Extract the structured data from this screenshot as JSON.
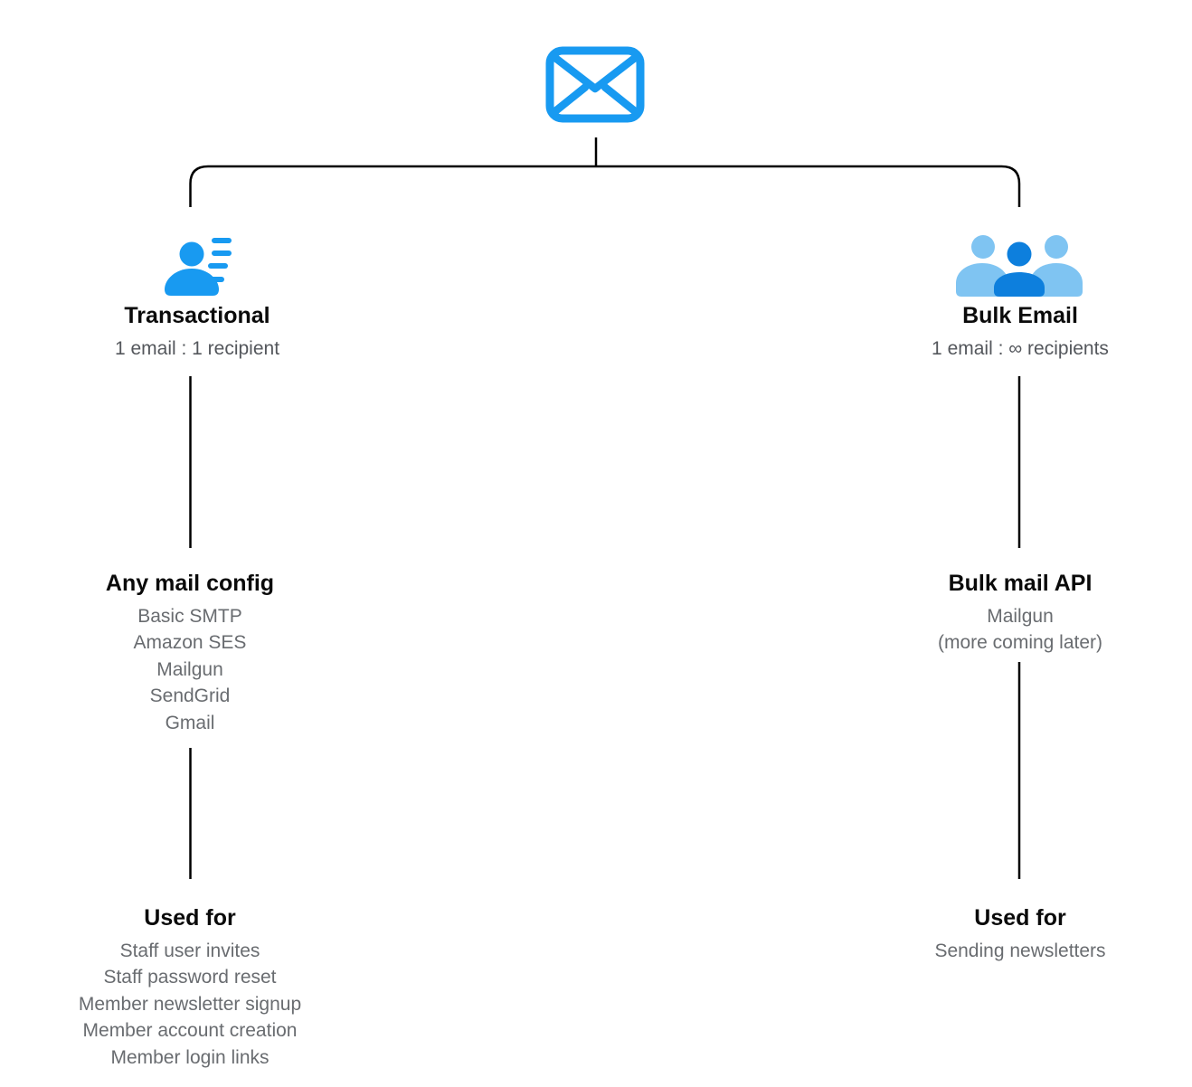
{
  "diagram": {
    "root_icon": "email-envelope-icon",
    "colors": {
      "primary_blue": "#189af1",
      "dark_blue": "#0d7fdd",
      "light_blue": "#7fc4f2",
      "line_black": "#000000",
      "title_text": "#0a0a0a",
      "subtitle_text": "#54575c",
      "item_text": "#696c70"
    },
    "columns": [
      {
        "icon": "person-detail-icon",
        "title": "Transactional",
        "subtitle": "1 email : 1 recipient",
        "sections": [
          {
            "heading": "Any mail config",
            "items": [
              "Basic SMTP",
              "Amazon SES",
              "Mailgun",
              "SendGrid",
              "Gmail"
            ]
          },
          {
            "heading": "Used for",
            "items": [
              "Staff user invites",
              "Staff password reset",
              "Member newsletter signup",
              "Member account creation",
              "Member login links"
            ]
          }
        ]
      },
      {
        "icon": "people-group-icon",
        "title": "Bulk Email",
        "subtitle": "1 email : ∞ recipients",
        "sections": [
          {
            "heading": "Bulk mail API",
            "items": [
              "Mailgun",
              "(more coming later)"
            ]
          },
          {
            "heading": "Used for",
            "items": [
              "Sending newsletters"
            ]
          }
        ]
      }
    ]
  }
}
